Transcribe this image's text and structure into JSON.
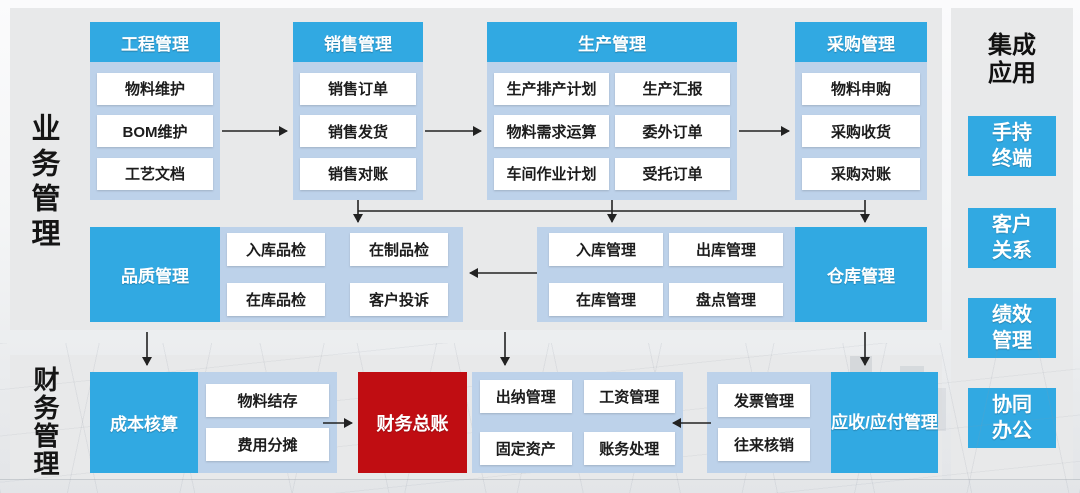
{
  "sections": {
    "business_label": "业务管理",
    "finance_label": "财务管理"
  },
  "columns": {
    "engineering": {
      "title": "工程管理",
      "items": [
        "物料维护",
        "BOM维护",
        "工艺文档"
      ]
    },
    "sales": {
      "title": "销售管理",
      "items": [
        "销售订单",
        "销售发货",
        "销售对账"
      ]
    },
    "production": {
      "title": "生产管理",
      "items": [
        "生产排产计划",
        "生产汇报",
        "物料需求运算",
        "委外订单",
        "车间作业计划",
        "受托订单"
      ]
    },
    "procurement": {
      "title": "采购管理",
      "items": [
        "物料申购",
        "采购收货",
        "采购对账"
      ]
    }
  },
  "quality": {
    "title": "品质管理",
    "items": [
      "入库品检",
      "在制品检",
      "在库品检",
      "客户投诉"
    ]
  },
  "warehouse": {
    "title": "仓库管理",
    "items": [
      "入库管理",
      "出库管理",
      "在库管理",
      "盘点管理"
    ]
  },
  "finance": {
    "cost": {
      "title": "成本核算",
      "items": [
        "物料结存",
        "费用分摊"
      ]
    },
    "ledger_title": "财务总账",
    "treasury_items": [
      "出纳管理",
      "工资管理",
      "固定资产",
      "账务处理"
    ],
    "invoice": {
      "title": "应收/应付管理",
      "items": [
        "发票管理",
        "往来核销"
      ]
    }
  },
  "integration": {
    "title": "集成应用",
    "items": [
      "手持终端",
      "客户关系",
      "绩效管理",
      "协同办公"
    ]
  },
  "colors": {
    "accent_blue": "#31a9e2",
    "container_blue": "#bdd2ea",
    "ledger_red": "#c00d12",
    "arrow": "#222222"
  }
}
